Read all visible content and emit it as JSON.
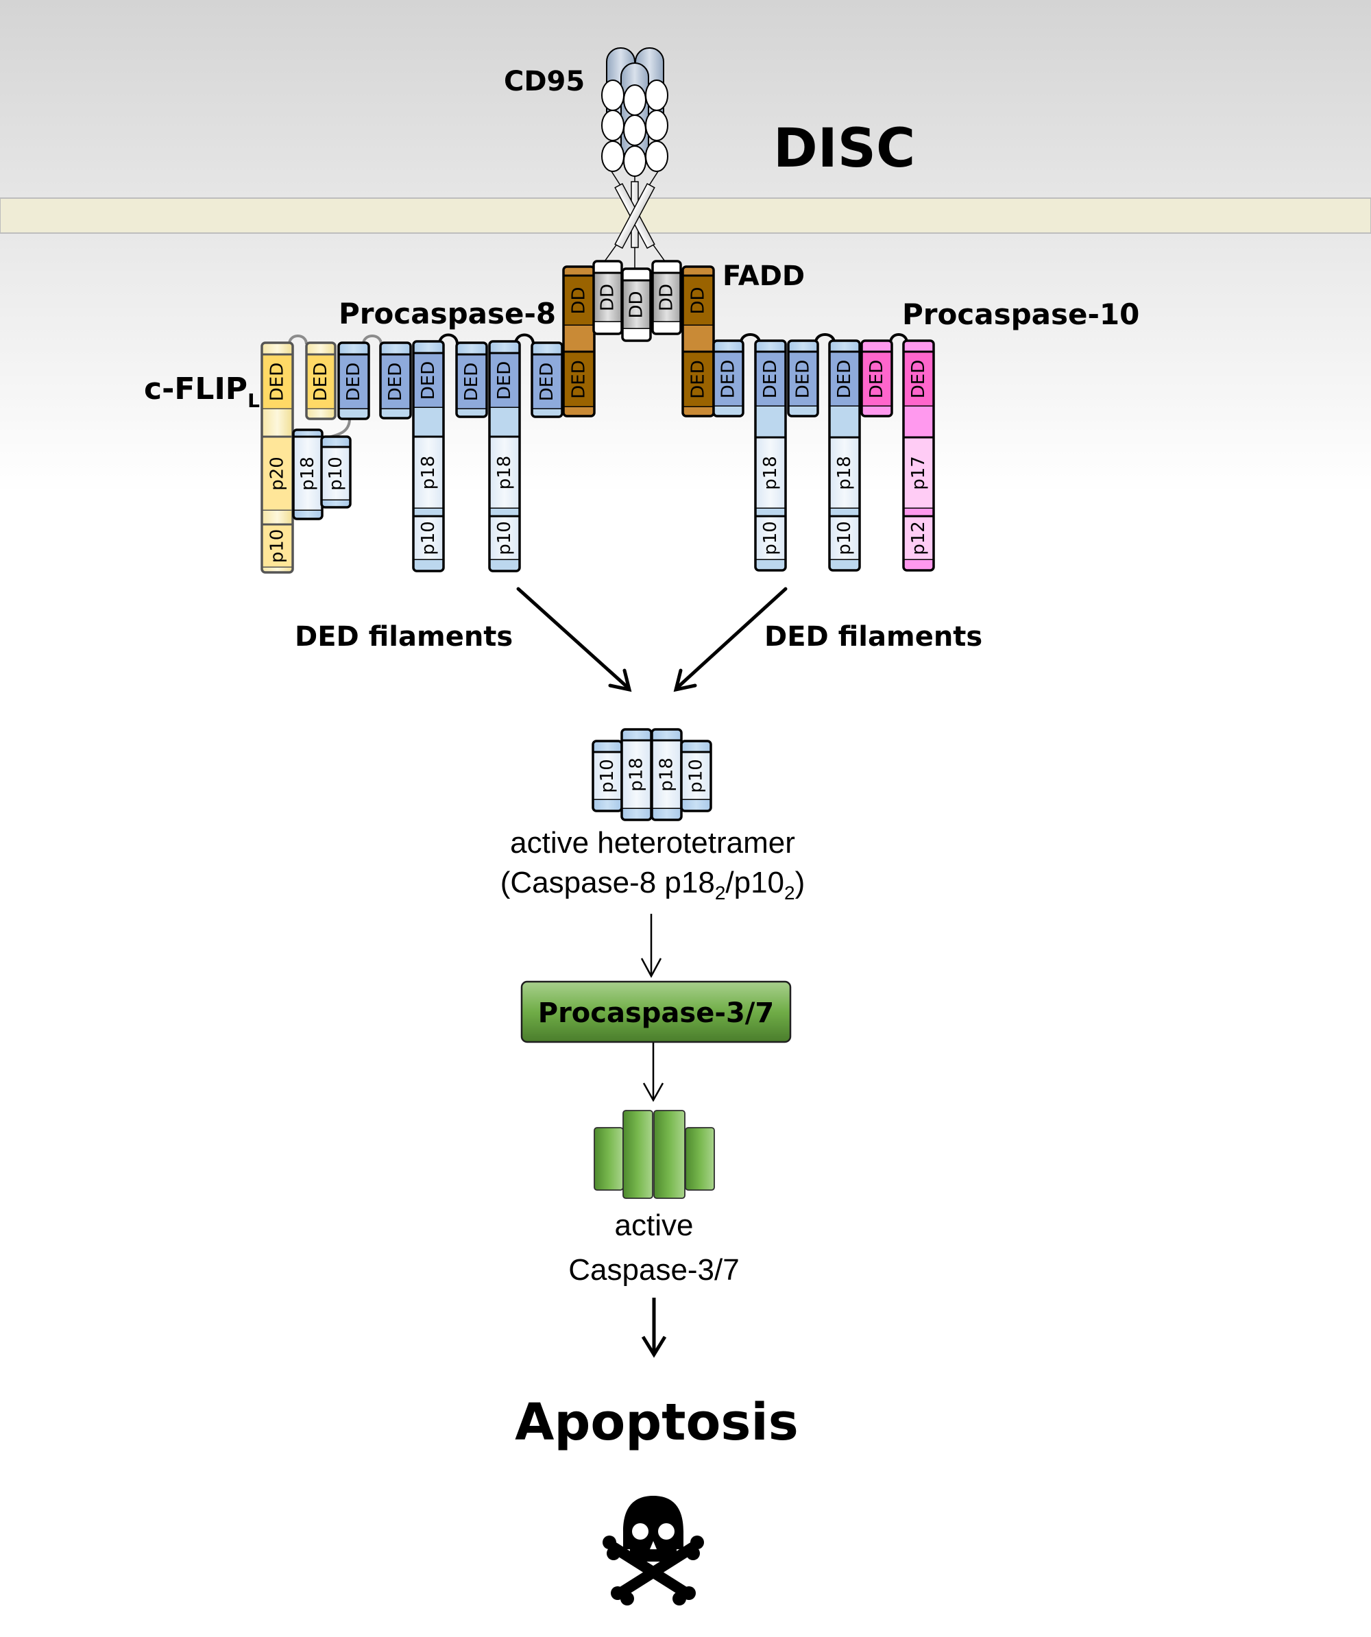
{
  "title": "DISC",
  "labels": {
    "receptor": "CD95",
    "adaptor": "FADD",
    "procaspase8": "Procaspase-8",
    "procaspase10": "Procaspase-10",
    "cflip_main": "c-FLIP",
    "cflip_sub": "L",
    "filaments_left": "DED filaments",
    "filaments_right": "DED filaments"
  },
  "domains": {
    "dd": "DD",
    "ded": "DED",
    "p20": "p20",
    "p18": "p18",
    "p10": "p10",
    "p17": "p17",
    "p12": "p12"
  },
  "heterotetramer": {
    "line1": "active heterotetramer",
    "line2_prefix": "(Caspase-8 p18",
    "line2_sub1": "2",
    "line2_mid": "/p10",
    "line2_sub2": "2",
    "line2_suffix": ")",
    "subunits": [
      "p10",
      "p18",
      "p18",
      "p10"
    ]
  },
  "executioner": {
    "box_label": "Procaspase-3/7",
    "active_line1": "active",
    "active_line2": "Caspase-3/7"
  },
  "outcome": {
    "label": "Apoptosis",
    "icon": "skull-crossbones-icon"
  },
  "colors": {
    "extracellular_bg": "#d8d8d8",
    "membrane": "#efecd6",
    "fadd_brown": "#9a6300",
    "fadd_brown_cap": "#c98a36",
    "dd_gray": "#c4c4c4",
    "caspase8_ded": "#8eaadb",
    "caspase8_light": "#bcd7ee",
    "caspase8_subunit": "#e8f0f8",
    "caspase10_ded": "#ff66cc",
    "caspase10_light": "#ff99ee",
    "caspase10_subunit": "#ffccf5",
    "cflip_ded": "#ffd966",
    "cflip_light": "#fdf3c5",
    "cflip_subunit": "#ffe699",
    "executioner_green": "#70ad47"
  }
}
